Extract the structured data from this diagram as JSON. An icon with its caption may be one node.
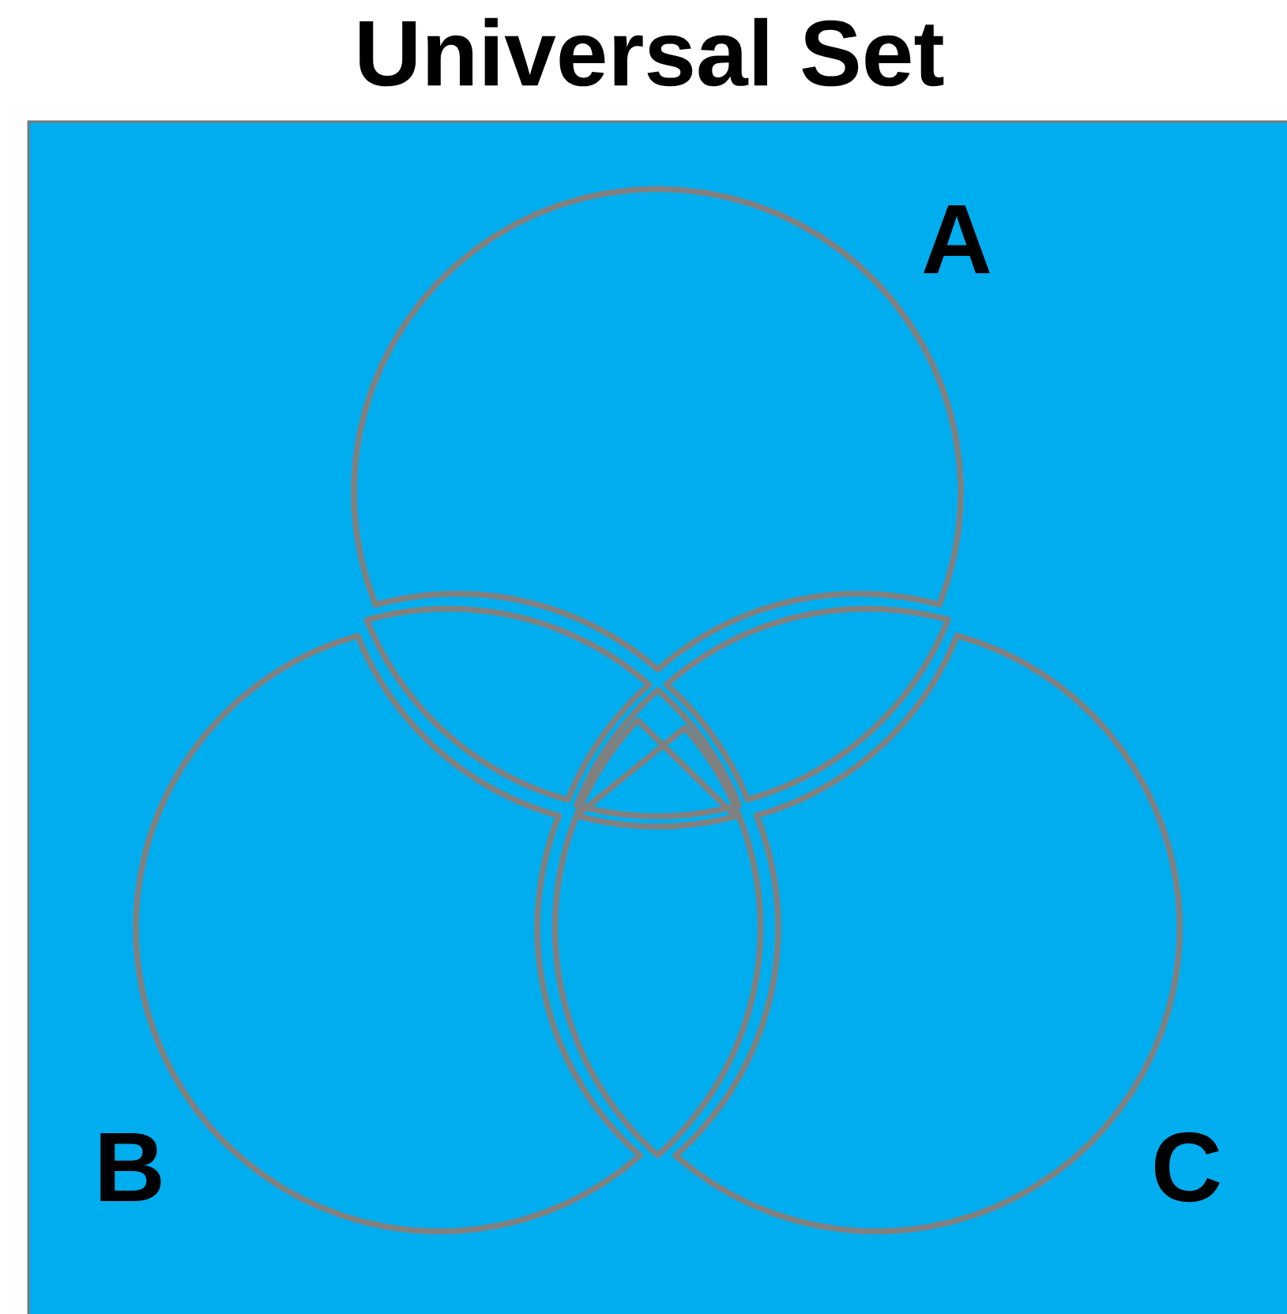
{
  "diagram": {
    "title": "Universal Set",
    "labels": [
      "A",
      "B",
      "C"
    ]
  }
}
